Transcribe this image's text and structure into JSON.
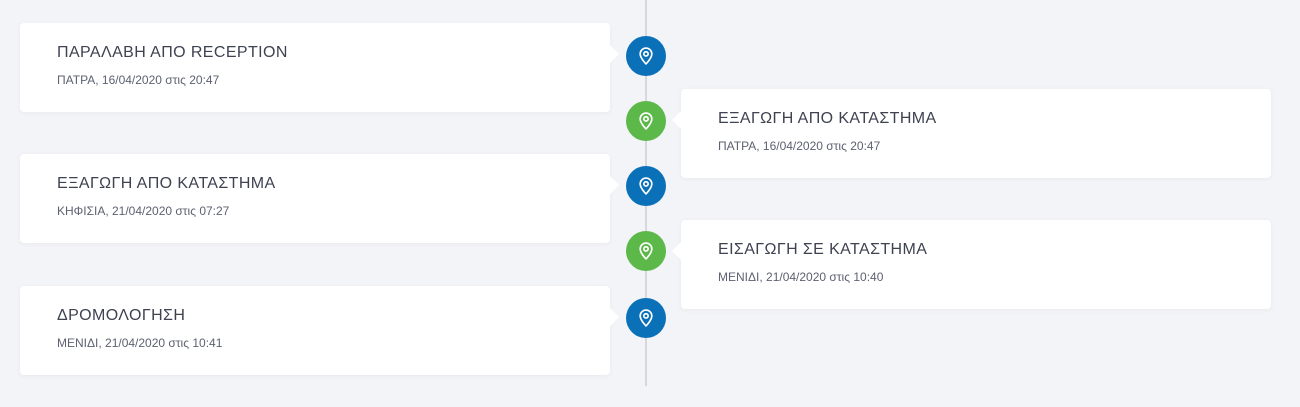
{
  "colors": {
    "blue_marker": "#0a70b8",
    "green_marker": "#5db84a",
    "background": "#f3f4f8",
    "card": "#ffffff",
    "line": "#d6d8de"
  },
  "icons": {
    "marker_icon": "map-pin-icon"
  },
  "events": [
    {
      "title": "ΠΑΡΑΛΑΒΗ ΑΠΟ RECEPTION",
      "subtitle": "ΠΑΤΡΑ, 16/04/2020 στις 20:47",
      "side": "left",
      "marker_color": "blue"
    },
    {
      "title": "ΕΞΑΓΩΓΗ ΑΠΟ ΚΑΤΑΣΤΗΜΑ",
      "subtitle": "ΠΑΤΡΑ, 16/04/2020 στις 20:47",
      "side": "right",
      "marker_color": "green"
    },
    {
      "title": "ΕΞΑΓΩΓΗ ΑΠΟ ΚΑΤΑΣΤΗΜΑ",
      "subtitle": "ΚΗΦΙΣΙΑ, 21/04/2020 στις 07:27",
      "side": "left",
      "marker_color": "blue"
    },
    {
      "title": "ΕΙΣΑΓΩΓΗ ΣΕ ΚΑΤΑΣΤΗΜΑ",
      "subtitle": "ΜΕΝΙΔΙ, 21/04/2020 στις 10:40",
      "side": "right",
      "marker_color": "green"
    },
    {
      "title": "ΔΡΟΜΟΛΟΓΗΣΗ",
      "subtitle": "ΜΕΝΙΔΙ, 21/04/2020 στις 10:41",
      "side": "left",
      "marker_color": "blue"
    }
  ]
}
